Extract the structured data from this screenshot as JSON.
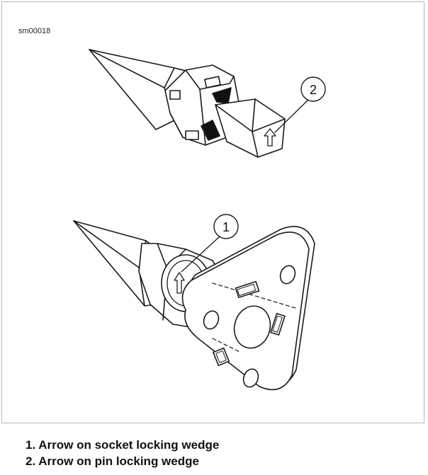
{
  "figure": {
    "reference_code": "sm00018",
    "callouts": [
      {
        "number": "1",
        "target": "socket-locking-wedge-arrow"
      },
      {
        "number": "2",
        "target": "pin-locking-wedge-arrow"
      }
    ],
    "legend": [
      "1. Arrow on socket locking wedge",
      "2. Arrow on pin locking wedge"
    ]
  }
}
